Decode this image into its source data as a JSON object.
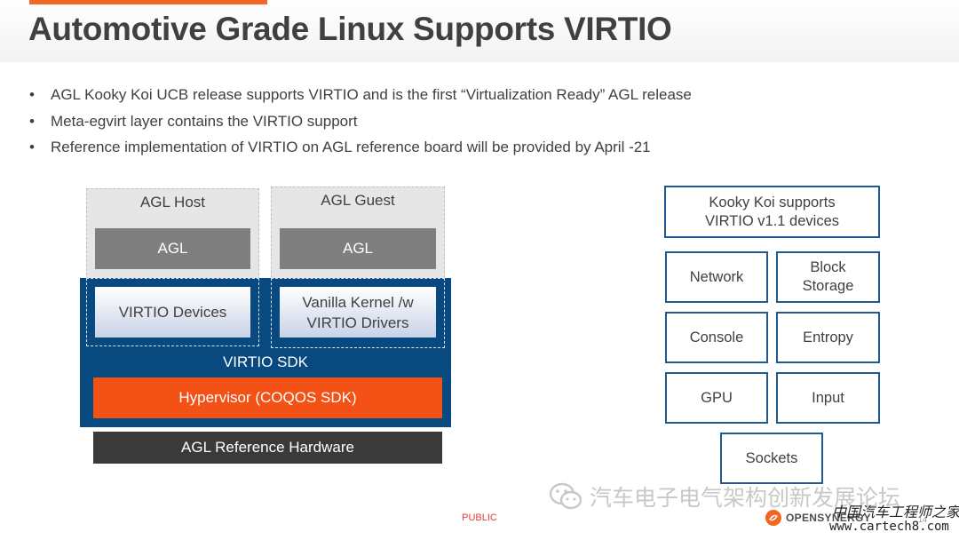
{
  "slide": {
    "title": "Automotive Grade Linux Supports VIRTIO",
    "bullets": [
      "AGL Kooky Koi UCB release supports VIRTIO and is the first “Virtualization Ready” AGL release",
      "Meta-egvirt layer contains the VIRTIO support",
      "Reference implementation of VIRTIO on AGL reference board will be provided by April -21"
    ]
  },
  "architecture": {
    "host_label": "AGL Host",
    "guest_label": "AGL Guest",
    "host_agl": "AGL",
    "guest_agl": "AGL",
    "virtio_devices": "VIRTIO Devices",
    "vanilla_kernel_line1": "Vanilla Kernel /w",
    "vanilla_kernel_line2": "VIRTIO Drivers",
    "sdk_label": "VIRTIO SDK",
    "hypervisor": "Hypervisor (COQOS SDK)",
    "hardware": "AGL Reference Hardware"
  },
  "devices": {
    "header_line1": "Kooky Koi supports",
    "header_line2": "VIRTIO v1.1 devices",
    "network": "Network",
    "block_line1": "Block",
    "block_line2": "Storage",
    "console": "Console",
    "entropy": "Entropy",
    "gpu": "GPU",
    "input": "Input",
    "sockets": "Sockets"
  },
  "footer": {
    "classification": "PUBLIC",
    "logo_text": "OPENSYNERGY",
    "page_number": "14",
    "watermark": "汽车电子电气架构创新发展论坛",
    "forum_cn": "中国汽车工程师之家",
    "forum_url": "www.cartech8.com"
  },
  "colors": {
    "accent_orange": "#f26522",
    "sdk_blue": "#08497f",
    "device_border": "#1f5a91",
    "hypervisor": "#f45116"
  }
}
